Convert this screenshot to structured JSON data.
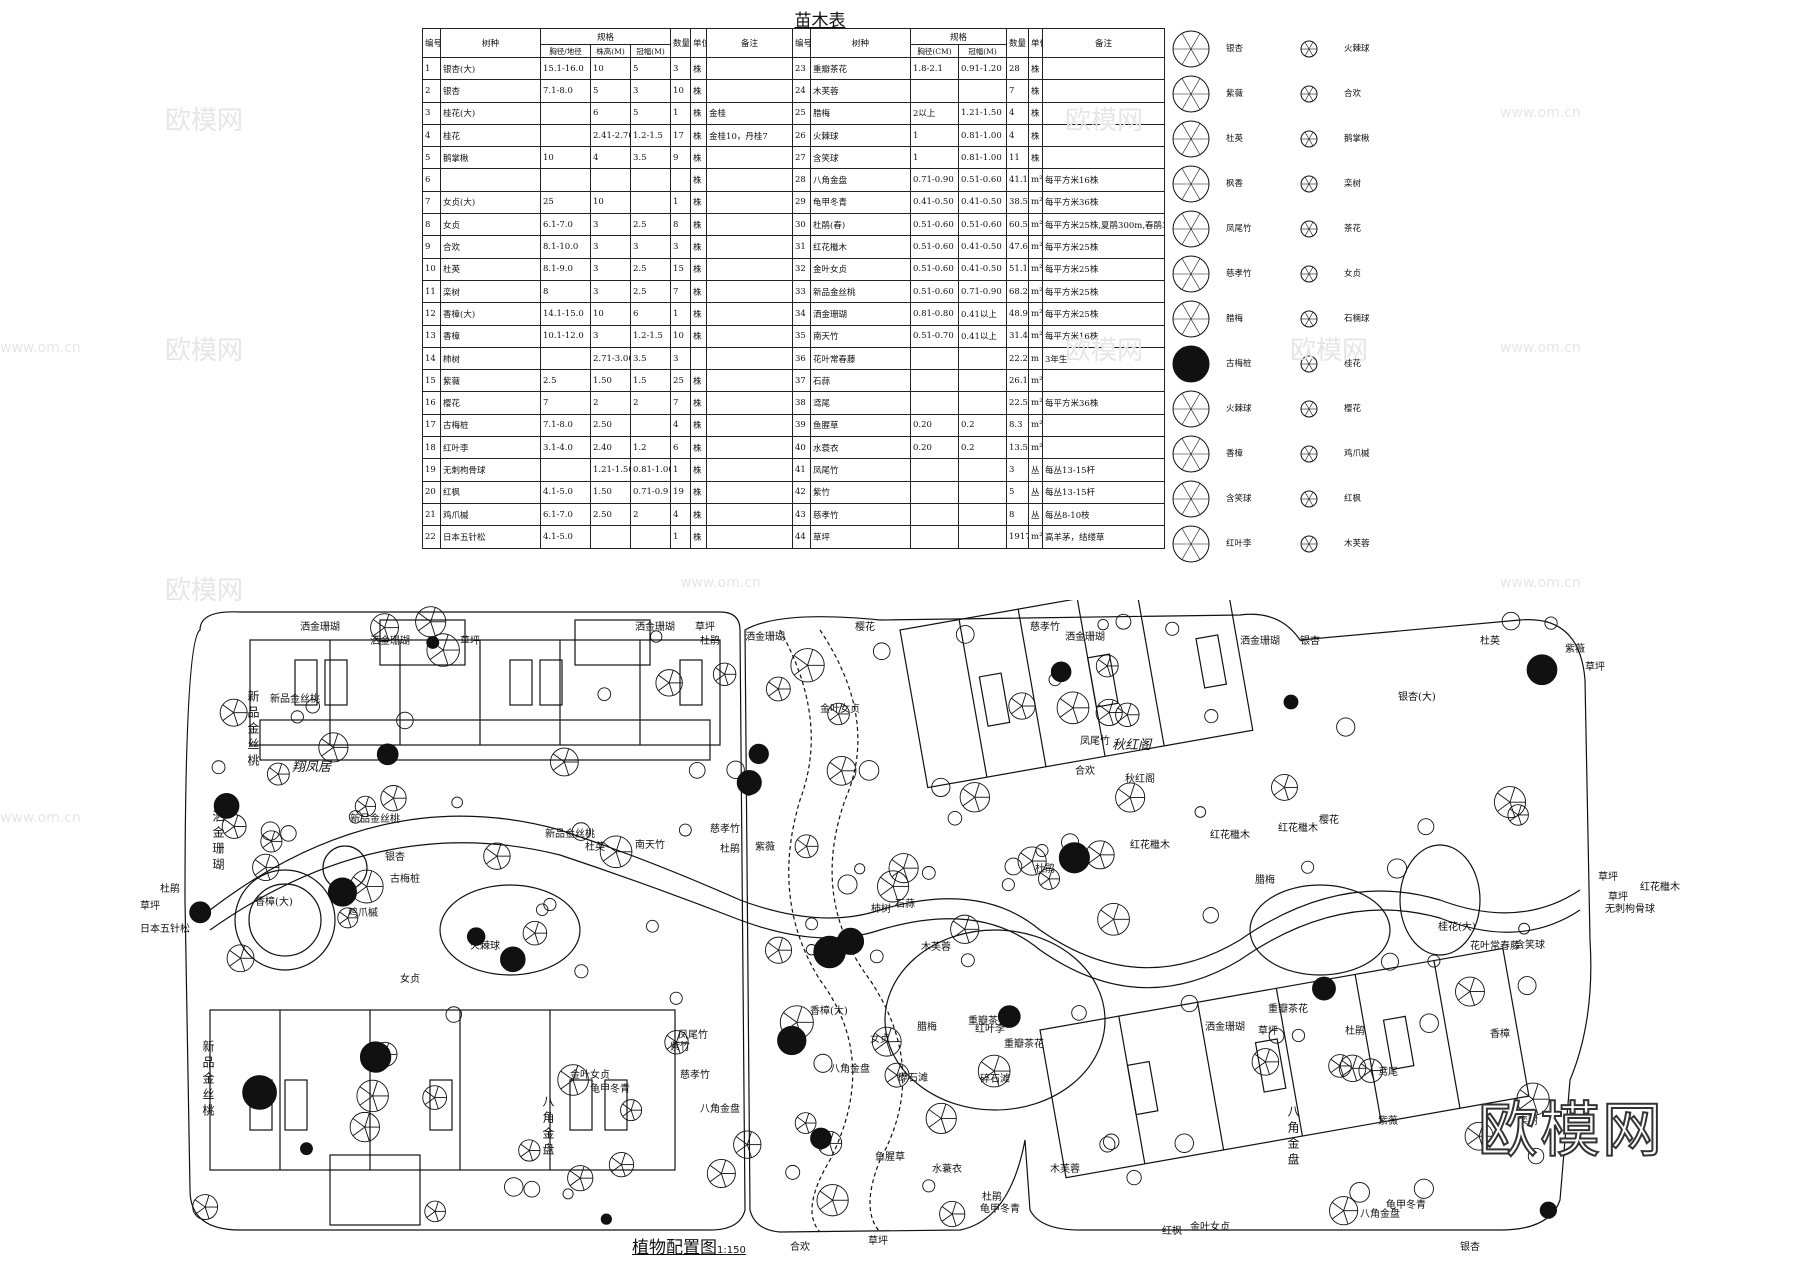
{
  "sheet_title": "苗木表",
  "table_headers": {
    "no": "编号",
    "species": "树种",
    "spec": "规格",
    "dbh": "胸径/地径",
    "height": "株高(M)",
    "crown": "冠幅(M)",
    "qty": "数量",
    "unit": "单位",
    "note": "备注",
    "dbh_right": "胸径(CM)"
  },
  "table_left": [
    [
      "1",
      "银杏(大)",
      "15.1-16.0",
      "10",
      "5",
      "3",
      "株",
      ""
    ],
    [
      "2",
      "银杏",
      "7.1-8.0",
      "5",
      "3",
      "10",
      "株",
      ""
    ],
    [
      "3",
      "桂花(大)",
      "",
      "6",
      "5",
      "1",
      "株",
      "金桂"
    ],
    [
      "4",
      "桂花",
      "",
      "2.41-2.70",
      "1.2-1.5",
      "17",
      "株",
      "金桂10，丹桂7"
    ],
    [
      "5",
      "鹅掌楸",
      "10",
      "4",
      "3.5",
      "9",
      "株",
      ""
    ],
    [
      "6",
      "",
      "",
      "",
      "",
      "",
      "株",
      ""
    ],
    [
      "7",
      "女贞(大)",
      "25",
      "10",
      "",
      "1",
      "株",
      ""
    ],
    [
      "8",
      "女贞",
      "6.1-7.0",
      "3",
      "2.5",
      "8",
      "株",
      ""
    ],
    [
      "9",
      "合欢",
      "8.1-10.0",
      "3",
      "3",
      "3",
      "株",
      ""
    ],
    [
      "10",
      "杜英",
      "8.1-9.0",
      "3",
      "2.5",
      "15",
      "株",
      ""
    ],
    [
      "11",
      "栾树",
      "8",
      "3",
      "2.5",
      "7",
      "株",
      ""
    ],
    [
      "12",
      "香樟(大)",
      "14.1-15.0",
      "10",
      "6",
      "1",
      "株",
      ""
    ],
    [
      "13",
      "香樟",
      "10.1-12.0",
      "3",
      "1.2-1.5",
      "10",
      "株",
      ""
    ],
    [
      "14",
      "柿树",
      "",
      "2.71-3.00",
      "3.5",
      "3",
      "",
      ""
    ],
    [
      "15",
      "紫薇",
      "2.5",
      "1.50",
      "1.5",
      "25",
      "株",
      ""
    ],
    [
      "16",
      "樱花",
      "7",
      "2",
      "2",
      "7",
      "株",
      ""
    ],
    [
      "17",
      "古梅桩",
      "7.1-8.0",
      "2.50",
      "",
      "4",
      "株",
      ""
    ],
    [
      "18",
      "红叶李",
      "3.1-4.0",
      "2.40",
      "1.2",
      "6",
      "株",
      ""
    ],
    [
      "19",
      "无刺枸骨球",
      "",
      "1.21-1.50",
      "0.81-1.00",
      "1",
      "株",
      ""
    ],
    [
      "20",
      "红枫",
      "4.1-5.0",
      "1.50",
      "0.71-0.9",
      "19",
      "株",
      ""
    ],
    [
      "21",
      "鸡爪槭",
      "6.1-7.0",
      "2.50",
      "2",
      "4",
      "株",
      ""
    ],
    [
      "22",
      "日本五针松",
      "4.1-5.0",
      "",
      "",
      "1",
      "株",
      ""
    ]
  ],
  "table_right": [
    [
      "23",
      "重瓣茶花",
      "1.8-2.1",
      "0.91-1.20",
      "28",
      "株",
      ""
    ],
    [
      "24",
      "木芙蓉",
      "",
      "",
      "7",
      "株",
      ""
    ],
    [
      "25",
      "腊梅",
      "2以上",
      "1.21-1.50",
      "4",
      "株",
      ""
    ],
    [
      "26",
      "火棘球",
      "1",
      "0.81-1.00",
      "4",
      "株",
      ""
    ],
    [
      "27",
      "含笑球",
      "1",
      "0.81-1.00",
      "11",
      "株",
      ""
    ],
    [
      "28",
      "八角金盘",
      "0.71-0.90",
      "0.51-0.60",
      "41.1",
      "m²",
      "每平方米16株"
    ],
    [
      "29",
      "龟甲冬青",
      "0.41-0.50",
      "0.41-0.50",
      "38.5",
      "m²",
      "每平方米36株"
    ],
    [
      "30",
      "杜鹃(春)",
      "0.51-0.60",
      "0.51-0.60",
      "60.5",
      "m²",
      "每平方米25株,夏鹃300m,春鹃300m,白鹃300m"
    ],
    [
      "31",
      "红花檵木",
      "0.51-0.60",
      "0.41-0.50",
      "47.6",
      "m²",
      "每平方米25株"
    ],
    [
      "32",
      "金叶女贞",
      "0.51-0.60",
      "0.41-0.50",
      "51.1",
      "m²",
      "每平方米25株"
    ],
    [
      "33",
      "新品金丝桃",
      "0.51-0.60",
      "0.71-0.90",
      "68.2",
      "m²",
      "每平方米25株"
    ],
    [
      "34",
      "洒金珊瑚",
      "0.81-0.80",
      "0.41以上",
      "48.9",
      "m²",
      "每平方米25株"
    ],
    [
      "35",
      "南天竹",
      "0.51-0.70",
      "0.41以上",
      "31.4",
      "m²",
      "每平方米16株"
    ],
    [
      "36",
      "花叶常春藤",
      "",
      "",
      "22.2",
      "m",
      "3年生"
    ],
    [
      "37",
      "石蒜",
      "",
      "",
      "26.1",
      "m²",
      ""
    ],
    [
      "38",
      "鸢尾",
      "",
      "",
      "22.5",
      "m²",
      "每平方米36株"
    ],
    [
      "39",
      "鱼腥草",
      "0.20",
      "0.2",
      "8.3",
      "m²",
      ""
    ],
    [
      "40",
      "水蓑衣",
      "0.20",
      "0.2",
      "13.5",
      "m²",
      ""
    ],
    [
      "41",
      "凤尾竹",
      "",
      "",
      "3",
      "丛",
      "每丛13-15杆"
    ],
    [
      "42",
      "紫竹",
      "",
      "",
      "5",
      "丛",
      "每丛13-15杆"
    ],
    [
      "43",
      "慈孝竹",
      "",
      "",
      "8",
      "丛",
      "每丛8-10枝"
    ],
    [
      "44",
      "草坪",
      "",
      "",
      "1917",
      "m²",
      "高羊茅，结缕草"
    ]
  ],
  "legend": [
    {
      "label": "银杏",
      "icon": "ginkgo-symbol"
    },
    {
      "label": "火棘球",
      "icon": "shrub-ball-symbol"
    },
    {
      "label": "紫薇",
      "icon": "small-dot-symbol"
    },
    {
      "label": "合欢",
      "icon": "small-dot-symbol"
    },
    {
      "label": "杜英",
      "icon": "small-tree-symbol"
    },
    {
      "label": "鹅掌楸",
      "icon": "large-tree-symbol"
    },
    {
      "label": "枫香",
      "icon": "clustered-tree-symbol"
    },
    {
      "label": "栾树",
      "icon": "star-tree-symbol"
    },
    {
      "label": "凤尾竹",
      "icon": "bamboo-symbol"
    },
    {
      "label": "茶花",
      "icon": "flower-shrub-symbol"
    },
    {
      "label": "慈孝竹",
      "icon": "bamboo-cluster-symbol"
    },
    {
      "label": "女贞",
      "icon": "spiky-tree-symbol"
    },
    {
      "label": "腊梅",
      "icon": "small-shrub-symbol"
    },
    {
      "label": "石楠球",
      "icon": "small-ball-symbol"
    },
    {
      "label": "古梅桩",
      "icon": "solid-tree-symbol"
    },
    {
      "label": "桂花",
      "icon": "round-tree-symbol"
    },
    {
      "label": "火棘球",
      "icon": "shrub-ball-symbol"
    },
    {
      "label": "樱花",
      "icon": "star-tree-symbol"
    },
    {
      "label": "香樟",
      "icon": "dense-canopy-symbol"
    },
    {
      "label": "鸡爪槭",
      "icon": "maple-symbol"
    },
    {
      "label": "含笑球",
      "icon": "circle-symbol"
    },
    {
      "label": "红枫",
      "icon": "dashed-circle-symbol"
    },
    {
      "label": "红叶李",
      "icon": "double-circle-symbol"
    },
    {
      "label": "木芙蓉",
      "icon": "star-small-symbol"
    }
  ],
  "plan": {
    "title": "植物配置图",
    "scale": "1:150",
    "labels": [
      "洒金珊瑚",
      "洒金珊瑚",
      "草坪",
      "洒金珊瑚",
      "草坪",
      "杜鹃",
      "洒金珊瑚",
      "樱花",
      "慈孝竹",
      "洒金珊瑚",
      "洒金珊瑚",
      "银杏",
      "杜英",
      "紫薇",
      "草坪",
      "金叶女贞",
      "新品金丝桃",
      "南天竹",
      "新品金丝桃",
      "新品金丝桃",
      "杜英",
      "慈孝竹",
      "紫薇",
      "凤尾竹",
      "合欢",
      "秋红阁",
      "红花檵木",
      "红花檵木",
      "银杏(大)",
      "红花檵木",
      "腊梅",
      "杜鹃",
      "草坪",
      "红花檵木",
      "草坪",
      "无刺枸骨球",
      "桂花(大)",
      "花叶常春藤",
      "含笑球",
      "古梅桩",
      "银杏",
      "杜鹃",
      "草坪",
      "日本五针松",
      "香樟(大)",
      "鸡爪槭",
      "火棘球",
      "女贞",
      "杜鹃",
      "石蒜",
      "柿树",
      "木芙蓉",
      "腊梅",
      "重瓣茶花",
      "红叶李",
      "香樟(大)",
      "碎石滩",
      "八角金盘",
      "紫竹",
      "慈孝竹",
      "金叶女贞",
      "龟甲冬青",
      "鱼腥草",
      "水蓑衣",
      "龟甲冬青",
      "金叶女贞",
      "洒金珊瑚",
      "重瓣茶花",
      "草坪",
      "杜鹃",
      "龟甲冬青",
      "八角金盘",
      "碎石滩",
      "重瓣茶花",
      "木芙蓉",
      "红枫",
      "女贞",
      "杜鹃",
      "八角金盘",
      "凤尾竹",
      "草坪",
      "合欢",
      "银杏",
      "鸢尾",
      "香樟",
      "栾树",
      "紫薇",
      "樱花"
    ],
    "area_names": [
      "翔凤居",
      "秋红阁"
    ],
    "vertical_labels": [
      "新品金丝桃",
      "洒金珊瑚",
      "新品金丝桃",
      "八角金盘",
      "八角金盘"
    ]
  },
  "watermarks": [
    "欧模网",
    "www.om.cn"
  ],
  "brand": "欧模网"
}
